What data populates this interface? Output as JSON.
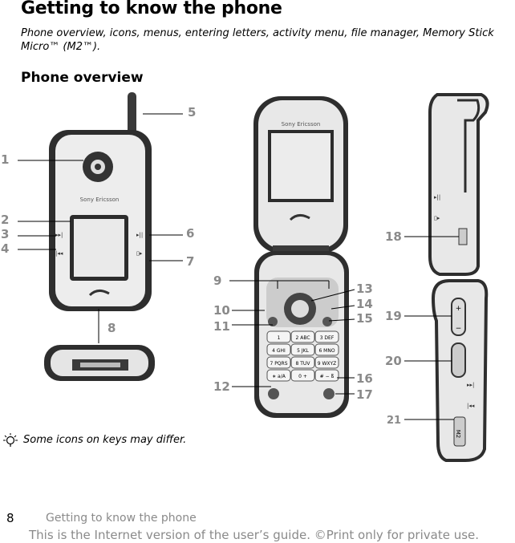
{
  "heading": "Getting to know the phone",
  "intro": "Phone overview, icons, menus, entering letters, activity menu, file manager, Memory Stick Micro™ (M2™).",
  "section_title": "Phone overview",
  "brand": "Sony Ericsson",
  "callouts": [
    "1",
    "2",
    "3",
    "4",
    "5",
    "6",
    "7",
    "8",
    "9",
    "10",
    "11",
    "12",
    "13",
    "14",
    "15",
    "16",
    "17",
    "18",
    "19",
    "20",
    "21"
  ],
  "keypad": [
    "1",
    "2 ABC",
    "3 DEF",
    "4 GHI",
    "5 JKL",
    "6 MNO",
    "7 PQRS",
    "8 TUV",
    "9 WXYZ",
    "∗ a/A",
    "0 +",
    "# − ß"
  ],
  "side_key_label": "M2",
  "note": "Some icons on keys may differ.",
  "page_number": "8",
  "running_title": "Getting to know the phone",
  "footer": "This is the Internet version of the user’s guide. ©Print only for private use."
}
